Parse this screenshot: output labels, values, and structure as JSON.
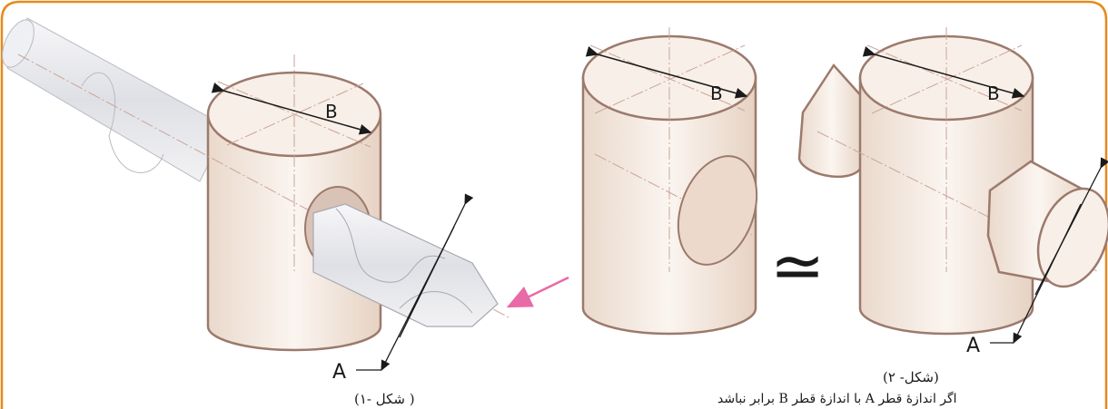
{
  "figure1": {
    "label_A": "A",
    "label_B": "B",
    "caption": "( شکل -۱)"
  },
  "figure2": {
    "label_A": "A",
    "label_B": "B",
    "caption": "(شکل- ۲)",
    "note": "اگر اندازهٔ قطر A با اندازهٔ قطر B برابر نباشد"
  },
  "relation_symbol": "≃",
  "colors": {
    "frame": "#e8891c",
    "cylinder_fill": "#f6ece3",
    "cylinder_stroke": "#9b7a6c",
    "centerline": "#c9a598",
    "drill": "#e9eaee",
    "arrow": "#e86aa6"
  }
}
